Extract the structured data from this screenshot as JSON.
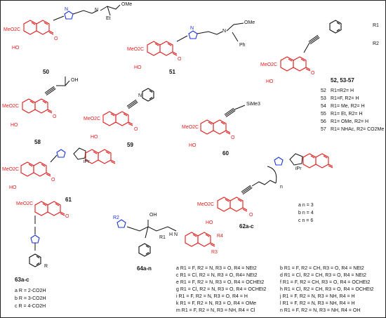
{
  "compounds": {
    "c50": {
      "id": "50",
      "ester": "MeO2C",
      "oh": "HO",
      "extra": "OMe",
      "sub": "Et"
    },
    "c51": {
      "id": "51",
      "ester": "MeO2C",
      "oh": "HO",
      "extra": "OMe",
      "sub": "Ph"
    },
    "c52": {
      "id": "52, 53-57",
      "ester": "MeO2C",
      "oh": "HO",
      "r1": "R1",
      "r2": "R2"
    },
    "c58": {
      "id": "58",
      "ester": "MeO2C",
      "oh": "HO",
      "extra": "OH"
    },
    "c59": {
      "id": "59",
      "ester": "MeO2C",
      "oh": "HO",
      "n": "N"
    },
    "c60": {
      "id": "60",
      "ester": "MeO2C",
      "oh": "HO",
      "extra": "SiMe3"
    },
    "c61": {
      "id": "61",
      "ester": "MeO2C",
      "oh": "HO",
      "extra": "iPr"
    },
    "c62": {
      "id": "62a-c",
      "ester": "MeO2C",
      "oh": "HO",
      "extra": "iPr",
      "n": "n"
    },
    "c63": {
      "id": "63a-c",
      "ester": "MeO2C",
      "r": "R"
    },
    "c64": {
      "id": "64a-n",
      "oh": "OH",
      "r1": "R1",
      "r2": "R2",
      "r3": "R3",
      "r4": "R4",
      "nh": "H N"
    }
  },
  "atoms": {
    "o": "O",
    "n": "N"
  },
  "series_52": [
    {
      "id": "52",
      "text": "R1=R2= H"
    },
    {
      "id": "53",
      "text": "R1=F, R2= H"
    },
    {
      "id": "54",
      "text": "R1= Me, R2= H"
    },
    {
      "id": "55",
      "text": "R1= Et, R2= H"
    },
    {
      "id": "56",
      "text": "R1= OMe, R2= H"
    },
    {
      "id": "57",
      "text": "R1= NHAc, R2= CO2Me"
    }
  ],
  "series_62": [
    "a n = 3",
    "b n = 4",
    "c n = 6"
  ],
  "series_63": [
    "a R = 2-CO2H",
    "b R = 3-CO2H",
    "c R = 4-CO2H"
  ],
  "series_64_left": [
    "a R1 = F, R2 = N, R3 = O, R4 = NEt2",
    "c R1 = Cl, R2 = N, R3 = O, R4= NEt2",
    "e R1 = F, R2 = N, R3 = O, R4 = OCHEt2",
    "g R1 = Cl, R2 = N, R3 = O, R4 = OCHEt2",
    "i R1 = F, R2 = N, R3 = O, R4 = H",
    "k R1 = F, R2 = N, R3 = O, R4 = OMe",
    "m R1 = F, R2 = N, R3 = NH, R4 = Cl"
  ],
  "series_64_right": [
    "b R1 = F, R2 = CH, R3 = O, R4 = NEt2",
    "d R1 = Cl, R2 = CH, R3 = O, R4 = NEt2",
    "f R1 = F, R2 = CH, R3 = O, R4 = OCHEt2",
    "h R1 = Cl, R2 = CH, R3 = O, R4 = OCHEt2",
    "j R1 = F, R2 = N, R3 = NH, R4 = H",
    "l R1 = F, R2 = N, R3 = NH, R4 = H",
    "n R1 = F, R2 = N, R3 = NH, R4 = OH"
  ],
  "colors": {
    "coumarin": "#e31b1b",
    "triazole": "#1a33d8",
    "bond": "#111111",
    "border": "#222222"
  }
}
